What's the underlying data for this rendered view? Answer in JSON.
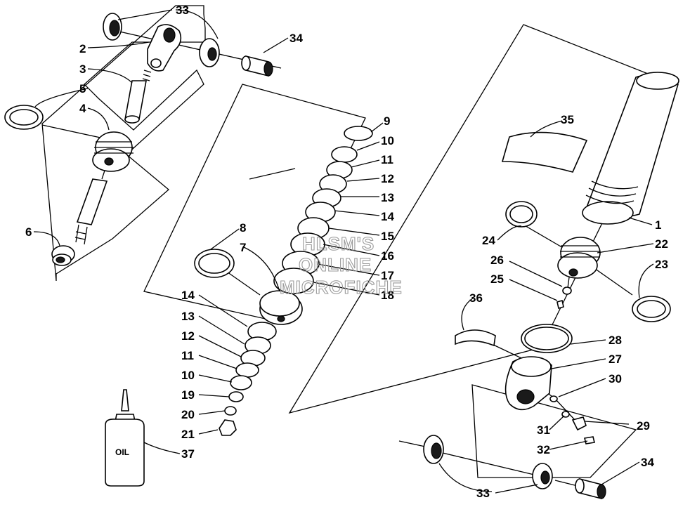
{
  "callouts": {
    "c1": "1",
    "c2": "2",
    "c3": "3",
    "c4": "4",
    "c5": "5",
    "c6": "6",
    "c7": "7",
    "c8": "8",
    "c9": "9",
    "c10a": "10",
    "c10b": "10",
    "c11a": "11",
    "c11b": "11",
    "c12a": "12",
    "c12b": "12",
    "c13a": "13",
    "c13b": "13",
    "c14a": "14",
    "c14b": "14",
    "c15": "15",
    "c16": "16",
    "c17": "17",
    "c18": "18",
    "c19": "19",
    "c20": "20",
    "c21": "21",
    "c22": "22",
    "c23": "23",
    "c24": "24",
    "c25": "25",
    "c26": "26",
    "c27": "27",
    "c28": "28",
    "c29": "29",
    "c30": "30",
    "c31": "31",
    "c32": "32",
    "c33a": "33",
    "c33b": "33",
    "c34a": "34",
    "c34b": "34",
    "c35": "35",
    "c36": "36",
    "c37": "37"
  },
  "oil_label": "OIL",
  "watermark": [
    "HLSM'S",
    "ONLINE",
    "MICROFICHE"
  ]
}
